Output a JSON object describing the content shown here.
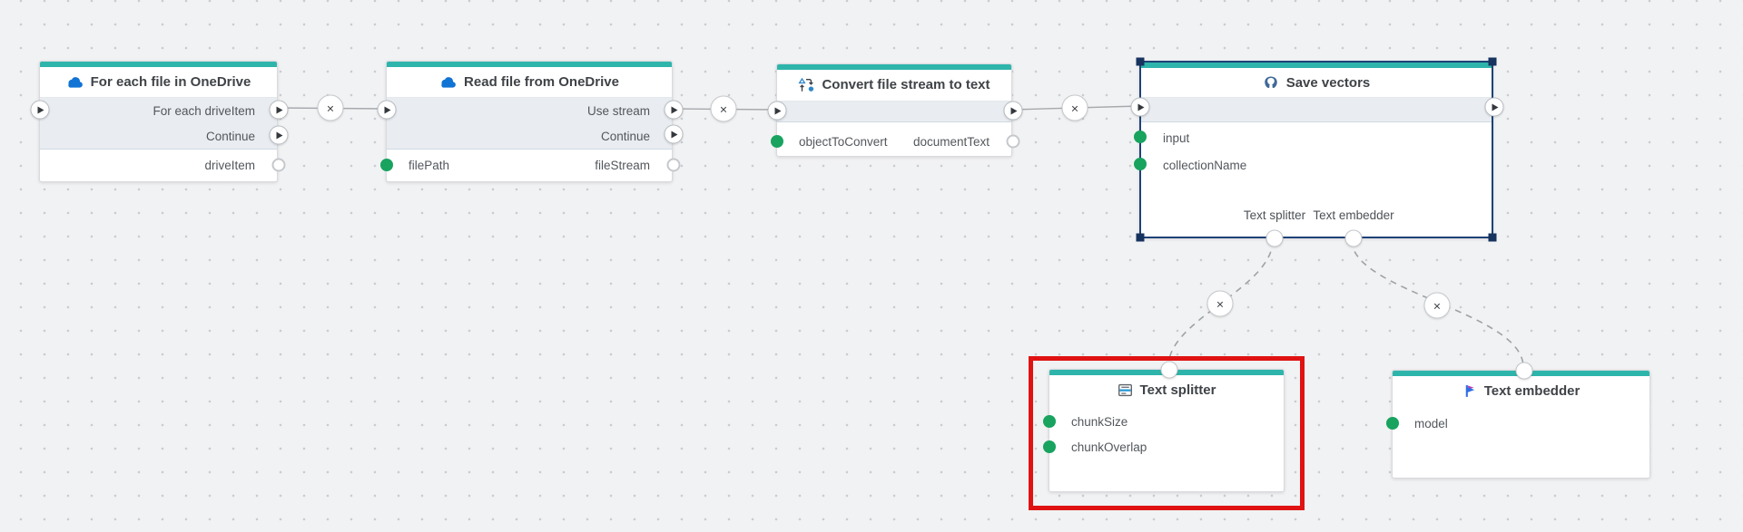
{
  "canvas": {
    "type": "workflow-editor-canvas"
  },
  "colors": {
    "accent_teal": "#2eb5ab",
    "selection_navy": "#1d4276",
    "highlight_red": "#e01212",
    "input_port_green": "#18a35f",
    "connection_gray": "#a6a9ad",
    "band_gray": "#e9edf1",
    "onedrive_blue": "#1173d4",
    "postgres_blue": "#3f6999"
  },
  "nodes": [
    {
      "title": "For each file in OneDrive",
      "icon": "onedrive-cloud-icon",
      "exec_outputs": [
        "For each driveItem",
        "Continue"
      ],
      "data_outputs": [
        "driveItem"
      ]
    },
    {
      "title": "Read file from OneDrive",
      "icon": "onedrive-cloud-icon",
      "exec_outputs": [
        "Use stream",
        "Continue"
      ],
      "data_inputs": [
        "filePath"
      ],
      "data_outputs": [
        "fileStream"
      ]
    },
    {
      "title": "Convert file stream to text",
      "icon": "convert-type-icon",
      "data_inputs": [
        "objectToConvert"
      ],
      "data_outputs": [
        "documentText"
      ]
    },
    {
      "title": "Save vectors",
      "icon": "postgresql-elephant-icon",
      "selected": true,
      "data_inputs": [
        "input",
        "collectionName"
      ],
      "dependency_ports": [
        "Text splitter",
        "Text embedder"
      ]
    },
    {
      "title": "Text splitter",
      "icon": "text-splitter-icon",
      "highlighted": true,
      "data_inputs": [
        "chunkSize",
        "chunkOverlap"
      ]
    },
    {
      "title": "Text embedder",
      "icon": "text-embedder-icon",
      "data_inputs": [
        "model"
      ]
    }
  ],
  "connections": {
    "delete_glyph": "×",
    "edges": [
      {
        "from": "For each file in OneDrive / For each driveItem",
        "to": "Read file from OneDrive",
        "style": "solid"
      },
      {
        "from": "Read file from OneDrive / Use stream",
        "to": "Convert file stream to text",
        "style": "solid"
      },
      {
        "from": "Convert file stream to text",
        "to": "Save vectors",
        "style": "solid"
      },
      {
        "from": "Save vectors / Text splitter",
        "to": "Text splitter",
        "style": "dashed"
      },
      {
        "from": "Save vectors / Text embedder",
        "to": "Text embedder",
        "style": "dashed"
      }
    ]
  }
}
